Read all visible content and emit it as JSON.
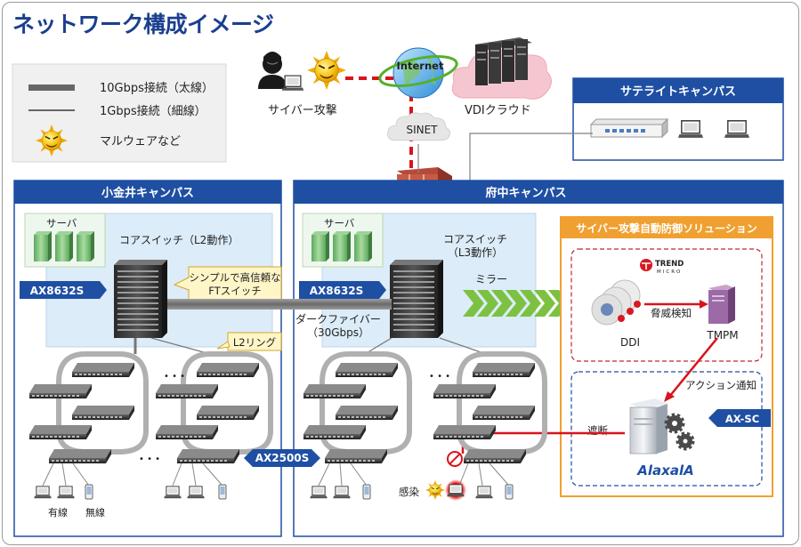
{
  "title": "ネットワーク構成イメージ",
  "legend": {
    "thick": "10Gbps接続（太線）",
    "thin": "1Gbps接続（細線）",
    "malware": "マルウェアなど"
  },
  "top": {
    "attacker_label": "サイバー攻撃",
    "internet_label": "Internet",
    "sinet_label": "SINET",
    "vdi_label": "VDIクラウド"
  },
  "satellite": {
    "title": "サテライトキャンパス"
  },
  "koganei": {
    "title": "小金井キャンパス",
    "server_label": "サーバ",
    "core_label": "コアスイッチ（L2動作）",
    "model": "AX8632S",
    "callout_simple": [
      "シンプルで高信頼な",
      "FTスイッチ"
    ],
    "callout_ring": "L2リング",
    "wired": "有線",
    "wireless": "無線"
  },
  "fuchu": {
    "title": "府中キャンパス",
    "server_label": "サーバ",
    "core_label": [
      "コアスイッチ",
      "（L3動作）"
    ],
    "model": "AX8632S",
    "mirror": "ミラー",
    "infected": "感染"
  },
  "link": {
    "dark_fiber": [
      "ダークファイバー",
      "（30Gbps）"
    ]
  },
  "edge_model": "AX2500S",
  "ellipsis": "• • •",
  "solution": {
    "title": "サイバー攻撃自動防御ソリューション",
    "trend": "TREND",
    "micro": "MICRO",
    "ddi": "DDI",
    "tmpm": "TMPM",
    "threat": "脅威検知",
    "action": "アクション通知",
    "block": "遮断",
    "axsc": "AX-SC",
    "alaxala": "AlaxalA"
  },
  "colors": {
    "title_blue": "#1b3f8f",
    "campus_header": "#1e4fa3",
    "solution_orange": "#f0a030",
    "attack_red": "#d8141c",
    "mirror_green": "#7dc142",
    "area_fill": "#dcecf8"
  }
}
